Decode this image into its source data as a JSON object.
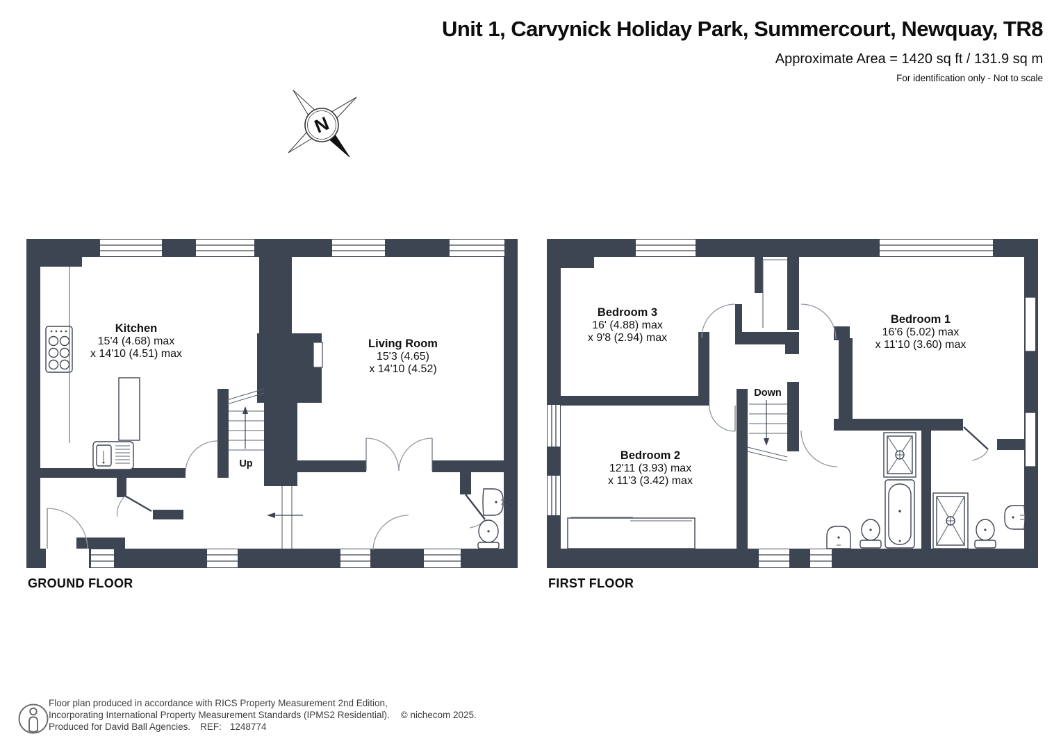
{
  "header": {
    "title": "Unit 1, Carvynick Holiday Park, Summercourt, Newquay, TR8",
    "area_label": "Approximate Area = 1420 sq ft / 131.9 sq m",
    "disclaimer": "For identification only - Not to scale"
  },
  "compass": {
    "label": "N"
  },
  "colors": {
    "wall": "#3E4552"
  },
  "floors": [
    {
      "label": "GROUND FLOOR",
      "stair_label": "Up",
      "rooms": [
        {
          "name": "Kitchen",
          "dim1": "15'4 (4.68) max",
          "dim2": "x 14'10 (4.51) max"
        },
        {
          "name": "Living Room",
          "dim1": "15'3 (4.65)",
          "dim2": "x 14'10 (4.52)"
        }
      ]
    },
    {
      "label": "FIRST FLOOR",
      "stair_label": "Down",
      "rooms": [
        {
          "name": "Bedroom 3",
          "dim1": "16' (4.88) max",
          "dim2": "x 9'8 (2.94) max"
        },
        {
          "name": "Bedroom 1",
          "dim1": "16'6 (5.02) max",
          "dim2": "x 11'10 (3.60) max"
        },
        {
          "name": "Bedroom 2",
          "dim1": "12'11 (3.93) max",
          "dim2": "x 11'3 (3.42) max"
        }
      ]
    }
  ],
  "footer": {
    "line1": "Floor plan produced in accordance with RICS Property Measurement 2nd Edition,",
    "line2": "Incorporating International Property Measurement Standards (IPMS2 Residential).",
    "copyright": "© nichecom 2025.",
    "line3": "Produced for David Ball Agencies.",
    "ref_label": "REF:",
    "ref_value": "1248774"
  }
}
